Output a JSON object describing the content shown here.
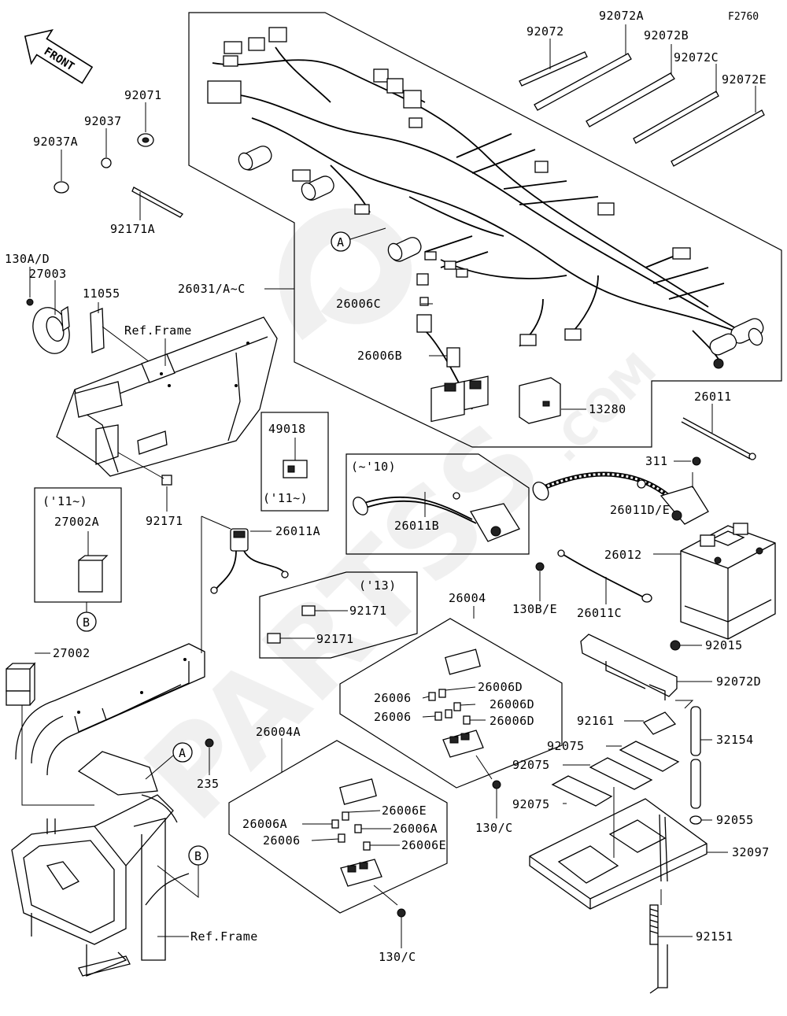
{
  "figure_code": "F2760",
  "front_arrow_text": "FRONT",
  "watermark": {
    "main": "PARTSS",
    "domain": ".COM"
  },
  "callouts": {
    "a": "A",
    "b": "B"
  },
  "notes": {
    "ref_frame": "Ref.Frame",
    "from_11": "('11~)",
    "until_10": "(~'10)",
    "year_13": "('13)"
  },
  "labels": {
    "p92072": "92072",
    "p92072a": "92072A",
    "p92072b": "92072B",
    "p92072c": "92072C",
    "p92072e": "92072E",
    "p92071": "92071",
    "p92037": "92037",
    "p92037a": "92037A",
    "p92171a": "92171A",
    "p130ad": "130A/D",
    "p27003": "27003",
    "p11055": "11055",
    "p26031": "26031/A~C",
    "p26006c": "26006C",
    "p26006b": "26006B",
    "p13280": "13280",
    "p26011": "26011",
    "p49018": "49018",
    "p92171_frame": "92171",
    "p27002a": "27002A",
    "p311": "311",
    "p26011de": "26011D/E",
    "p26011a": "26011A",
    "p26011b": "26011B",
    "p26012": "26012",
    "p130be": "130B/E",
    "p26011c": "26011C",
    "p26004": "26004",
    "p92171_13a": "92171",
    "p92171_13b": "92171",
    "p27002": "27002",
    "p92015": "92015",
    "p92072d": "92072D",
    "p26006_1": "26006",
    "p26006d_1": "26006D",
    "p26006d_2": "26006D",
    "p26006_2": "26006",
    "p26006d_3": "26006D",
    "p92161": "92161",
    "p32154": "32154",
    "p26004a": "26004A",
    "p235": "235",
    "p92075_1": "92075",
    "p92075_2": "92075",
    "p92075_3": "92075",
    "p130c_1": "130/C",
    "p26006e_1": "26006E",
    "p26006a_1": "26006A",
    "p26006a_2": "26006A",
    "p26006_3": "26006",
    "p26006e_2": "26006E",
    "p92055": "92055",
    "p32097": "32097",
    "p92151": "92151",
    "p130c_2": "130/C"
  }
}
